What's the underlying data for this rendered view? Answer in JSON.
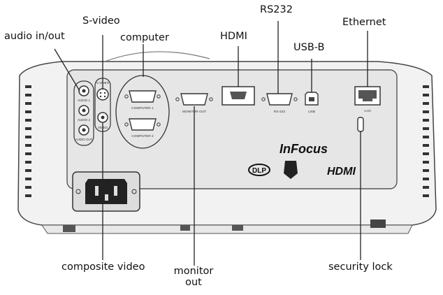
{
  "callouts": {
    "audio": "audio in/out",
    "svideo": "S-video",
    "computer": "computer",
    "hdmi": "HDMI",
    "rs232": "RS232",
    "usbb": "USB-B",
    "ethernet": "Ethernet",
    "composite": "composite video",
    "monitor_line1": "monitor",
    "monitor_line2": "out",
    "security": "security lock"
  },
  "panel_labels": {
    "audio1": "AUDIO 1",
    "audio2": "AUDIO 2",
    "audio_out": "AUDIO OUT",
    "svideo": "S-VIDEO",
    "video": "VIDEO",
    "computer1": "COMPUTER 1",
    "computer2": "COMPUTER 2",
    "monitor_out": "MONITOR OUT",
    "rs232": "RS-232",
    "usb": "USB",
    "lan": "LAN"
  },
  "branding": {
    "infocus": "InFocus",
    "dlp": "DLP",
    "hdmi_logo": "HDMI"
  },
  "colors": {
    "body": "#f2f2f2",
    "panel": "#e6e6e6",
    "outline": "#333333",
    "leader": "#222222"
  }
}
